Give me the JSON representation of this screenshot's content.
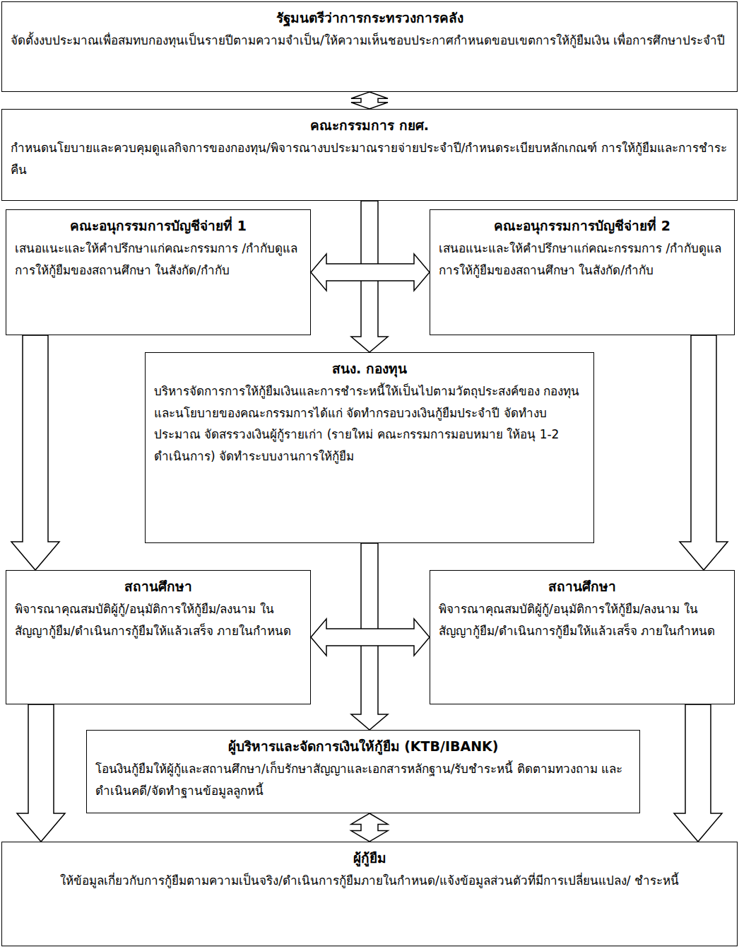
{
  "diagram": {
    "nodes": [
      {
        "text": [
          "รัฐมนตรีว่าการกระทรวงการคลัง",
          "จัดตั้งงบประมาณเพื่อสมทบกองทุนเป็นรายปีตามความจำเป็น/ให้ความเห็นชอบประกาศกำหนดขอบเขตการให้กู้ยืมเงิน เพื่อการศึกษาประจำปี"
        ]
      },
      {
        "text": [
          "คณะกรรมการ กยศ.",
          "กำหนดนโยบายและควบคุมดูแลกิจการของกองทุน/พิจารณางบประมาณรายจ่ายประจำปี/กำหนดระเบียบหลักเกณฑ์ การให้กู้ยืมและการชำระคืน"
        ]
      },
      {
        "text": [
          "คณะอนุกรรมการบัญชีจ่ายที่ 1",
          "เสนอแนะและให้คำปรึกษาแก่คณะกรรมการ /กำกับดูแลการให้กู้ยืมของสถานศึกษา ในสังกัด/กำกับ"
        ]
      },
      {
        "text": [
          "คณะอนุกรรมการบัญชีจ่ายที่ 2",
          "เสนอแนะและให้คำปรึกษาแก่คณะกรรมการ /กำกับดูแลการให้กู้ยืมของสถานศึกษา ในสังกัด/กำกับ"
        ]
      },
      {
        "text": [
          "สนง. กองทุน",
          "บริหารจัดการการให้กู้ยืมเงินและการชำระหนี้ให้เป็นไปตามวัตถุประสงค์ของ กองทุนและนโยบายของคณะกรรมการได้แก่ จัดทำกรอบวงเงินกู้ยืมประจำปี จัดทำงบประมาณ จัดสรรวงเงินผู้กู้รายเก่า (รายใหม่ คณะกรรมการมอบหมาย ให้อนุ 1-2 ดำเนินการ) จัดทำระบบงานการให้กู้ยืม"
        ]
      },
      {
        "text": [
          "สถานศึกษา",
          "พิจารณาคุณสมบัติผู้กู้/อนุมัติการให้กู้ยืม/ลงนาม ในสัญญากู้ยืม/ดำเนินการกู้ยืมให้แล้วเสร็จ ภายในกำหนด"
        ]
      },
      {
        "text": [
          "สถานศึกษา",
          "พิจารณาคุณสมบัติผู้กู้/อนุมัติการให้กู้ยืม/ลงนาม ในสัญญากู้ยืม/ดำเนินการกู้ยืมให้แล้วเสร็จ ภายในกำหนด"
        ]
      },
      {
        "text": [
          "ผู้บริหารและจัดการเงินให้กู้ยืม (KTB/IBANK)",
          "โอนงินกู้ยืมให้ผู้กู้และสถานศึกษา/เก็บรักษาสัญญาและเอกสารหลักฐาน/รับชำระหนี้ ติดตามทวงถาม และดำเนินคดี/จัดทำฐานข้อมูลลูกหนี้"
        ]
      },
      {
        "text": [
          "ผู้กู้ยืม",
          "ให้ข้อมูลเกี่ยวกับการกู้ยืมตามความเป็นจริง/ดำเนินการกู้ยืมภายในกำหนด/แจ้งข้อมูลส่วนตัวที่มีการเปลี่ยนแปลง/ ชำระหนี้"
        ]
      }
    ],
    "edges": [
      {
        "from": 0,
        "to": 1,
        "arrow": "both"
      },
      {
        "from": 2,
        "to": 3,
        "arrow": "both"
      },
      {
        "from": 1,
        "to": 4,
        "arrow": "to"
      },
      {
        "from": 2,
        "to": 5,
        "arrow": "to"
      },
      {
        "from": 3,
        "to": 6,
        "arrow": "to"
      },
      {
        "from": 5,
        "to": 6,
        "arrow": "both"
      },
      {
        "from": 4,
        "to": 7,
        "arrow": "to"
      },
      {
        "from": 5,
        "to": 8,
        "arrow": "to"
      },
      {
        "from": 6,
        "to": 8,
        "arrow": "to"
      },
      {
        "from": 7,
        "to": 8,
        "arrow": "both"
      }
    ]
  }
}
